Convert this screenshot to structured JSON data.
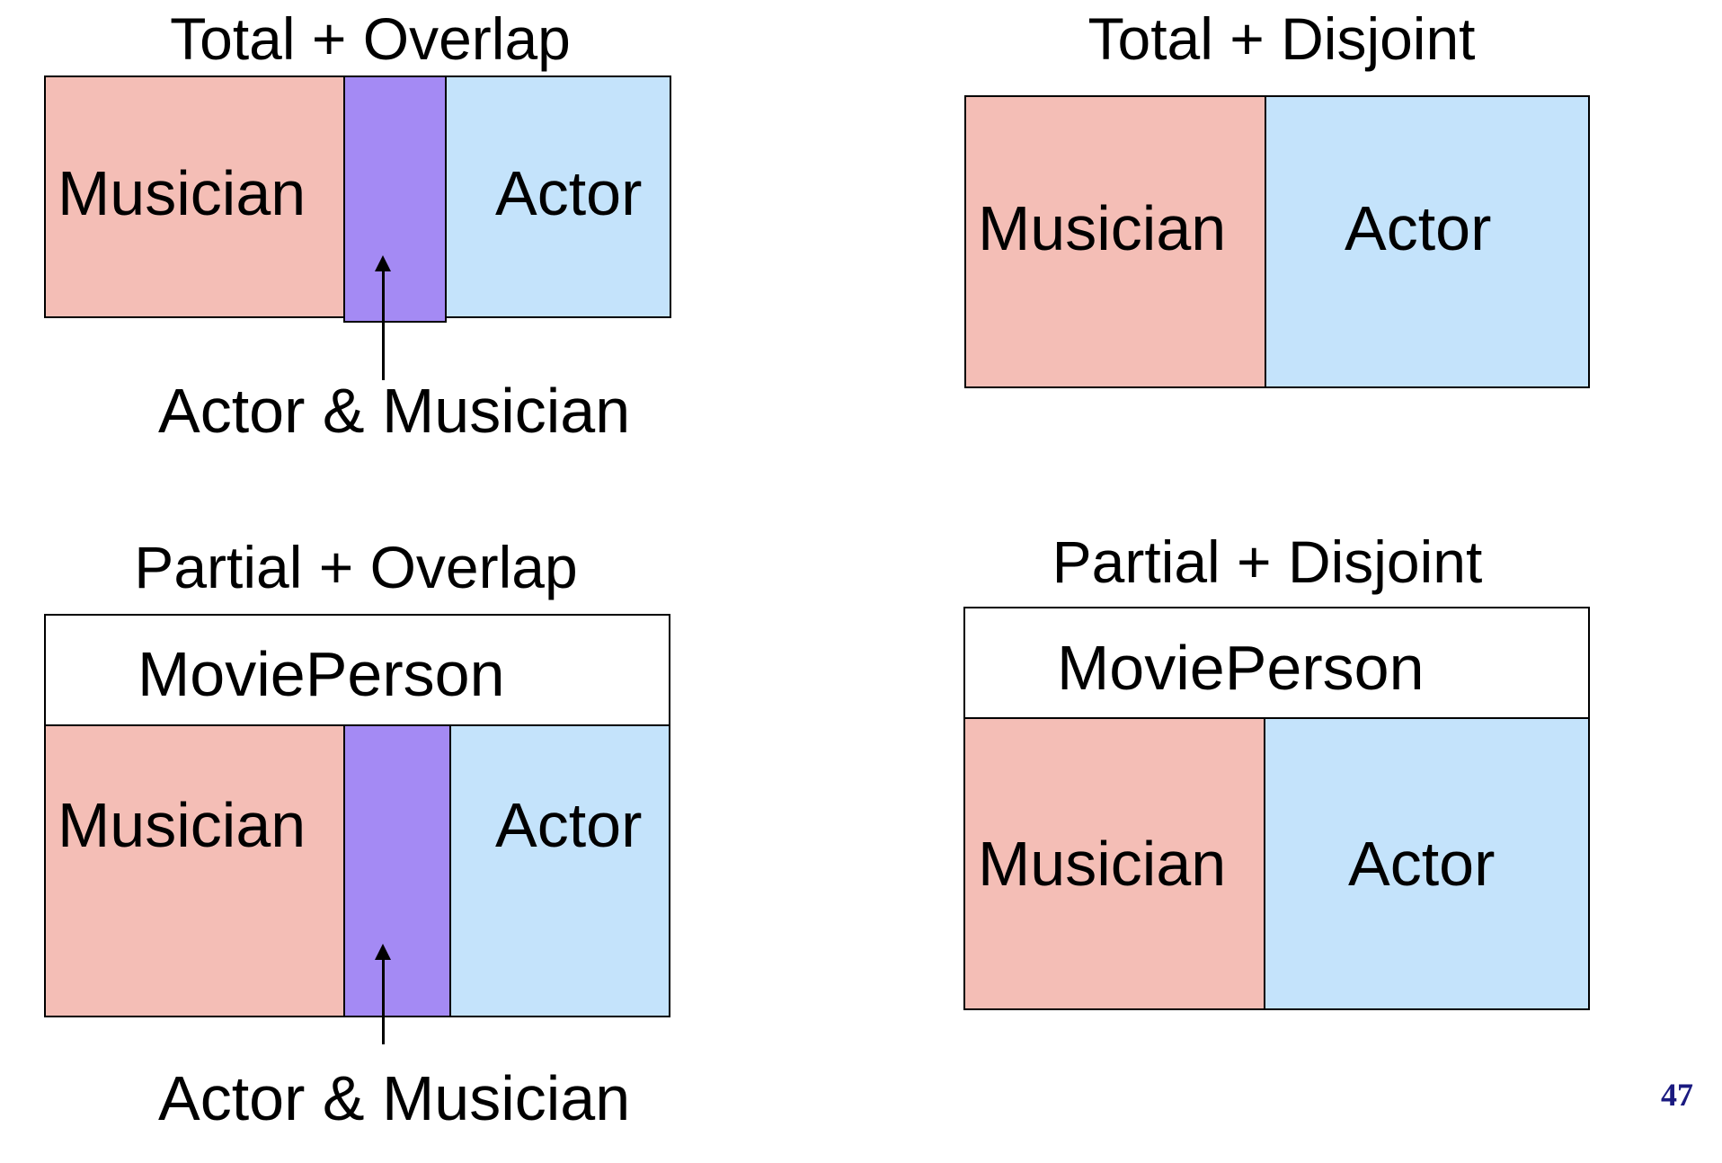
{
  "colors": {
    "musician": "#f4beb6",
    "actor": "#c4e3fb",
    "overlap": "#a48af4",
    "parent": "#ffffff",
    "page_number": "#1a1a80"
  },
  "panels": {
    "total_overlap": {
      "title": "Total + Overlap",
      "left_label": "Musician",
      "right_label": "Actor",
      "overlap_label": "Actor & Musician"
    },
    "total_disjoint": {
      "title": "Total + Disjoint",
      "left_label": "Musician",
      "right_label": "Actor"
    },
    "partial_overlap": {
      "title": "Partial + Overlap",
      "parent_label": "MoviePerson",
      "left_label": "Musician",
      "right_label": "Actor",
      "overlap_label": "Actor & Musician"
    },
    "partial_disjoint": {
      "title": "Partial + Disjoint",
      "parent_label": "MoviePerson",
      "left_label": "Musician",
      "right_label": "Actor"
    }
  },
  "page_number": "47"
}
